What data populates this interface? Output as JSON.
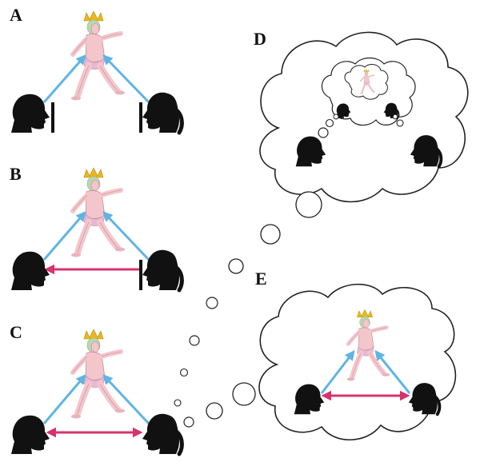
{
  "panels": [
    {
      "id": "A",
      "label": "A"
    },
    {
      "id": "B",
      "label": "B"
    },
    {
      "id": "C",
      "label": "C"
    },
    {
      "id": "D",
      "label": "D"
    },
    {
      "id": "E",
      "label": "E"
    }
  ],
  "colors": {
    "gaze_arrow": "#5fb4e4",
    "mutual_arrow": "#d6336c",
    "silhouette": "#111111",
    "figure_skin": "#f3c6cc",
    "figure_outline": "#c98a93",
    "crown": "#e8b820",
    "cloud_stroke": "#222222"
  },
  "icons": {
    "person": "male-head-silhouette-icon",
    "partner": "female-head-silhouette-icon",
    "object": "dancing-figure-icon",
    "thought": "thought-cloud"
  }
}
